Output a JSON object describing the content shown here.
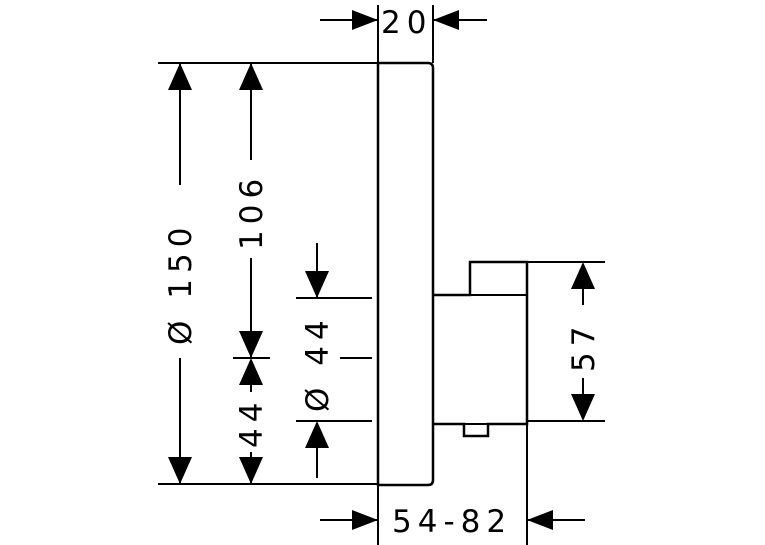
{
  "dimensions": {
    "top_width": "20",
    "bottom_depth": "54-82",
    "plate_diameter": "Ø 150",
    "plate_offset": "106",
    "lower_offset": "44",
    "inner_diameter": "Ø 44",
    "right_height": "57"
  }
}
